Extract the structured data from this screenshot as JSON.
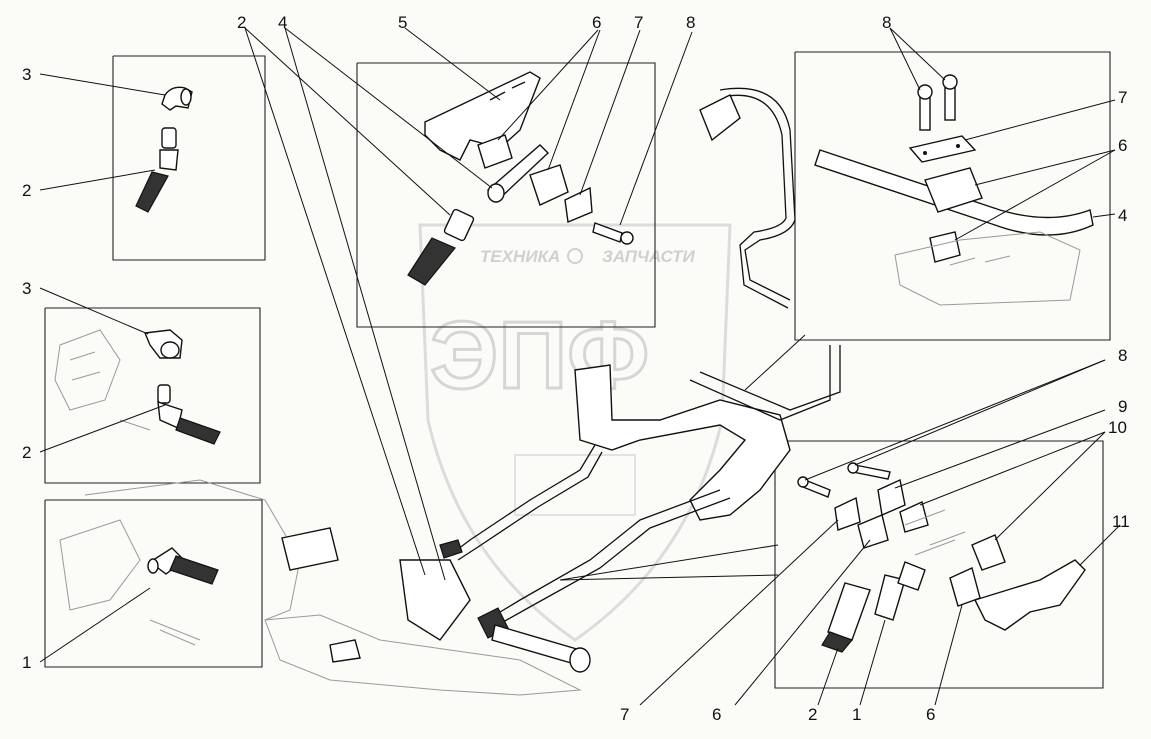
{
  "watermark": {
    "brand_left": "ТЕХНИКА",
    "brand_right": "ЗАПЧАСТИ",
    "logo_letters": "ЭПФ"
  },
  "callouts": {
    "c01": "3",
    "c02": "2",
    "c03": "3",
    "c04": "2",
    "c05": "1",
    "c06": "2",
    "c07": "4",
    "c08": "5",
    "c09": "6",
    "c10": "7",
    "c11": "8",
    "c12": "8",
    "c13": "7",
    "c14": "6",
    "c15": "4",
    "c16": "8",
    "c17": "9",
    "c18": "10",
    "c19": "11",
    "c20": "7",
    "c21": "6",
    "c22": "2",
    "c23": "1",
    "c24": "6"
  }
}
